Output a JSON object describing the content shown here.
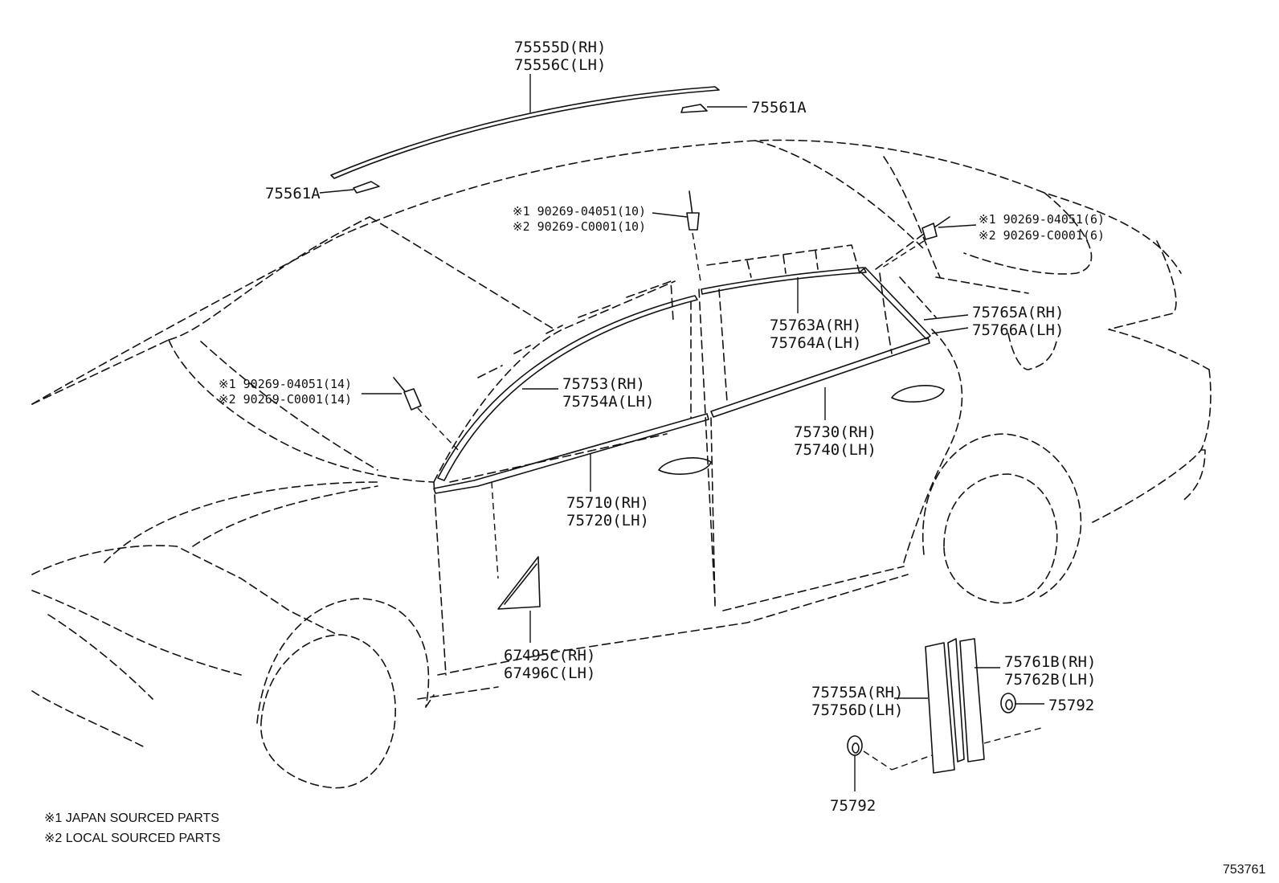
{
  "labels": {
    "roof_molding_rh": "75555D(RH)",
    "roof_molding_lh": "75556C(LH)",
    "roof_clip_right": "75561A",
    "roof_clip_left": "75561A",
    "clip_front_1": "※1 90269-04051(14)",
    "clip_front_2": "※2 90269-C0001(14)",
    "clip_mid_1": "※1 90269-04051(10)",
    "clip_mid_2": "※2 90269-C0001(10)",
    "clip_rear_1": "※1 90269-04051(6)",
    "clip_rear_2": "※2 90269-C0001(6)",
    "front_frame_rh": "75753(RH)",
    "front_frame_lh": "75754A(LH)",
    "rear_frame_rh": "75763A(RH)",
    "rear_frame_lh": "75764A(LH)",
    "rear_quarter_rh": "75765A(RH)",
    "rear_quarter_lh": "75766A(LH)",
    "front_belt_rh": "75710(RH)",
    "front_belt_lh": "75720(LH)",
    "rear_belt_rh": "75730(RH)",
    "rear_belt_lh": "75740(LH)",
    "mirror_cover_rh": "67495C(RH)",
    "mirror_cover_lh": "67496C(LH)",
    "pillar_garnish_rh": "75761B(RH)",
    "pillar_garnish_lh": "75762B(LH)",
    "pillar_molding_rh": "75755A(RH)",
    "pillar_molding_lh": "75756D(LH)",
    "pillar_clip_right": "75792",
    "pillar_clip_bottom": "75792"
  },
  "notes": {
    "japan": "※1 JAPAN SOURCED PARTS",
    "local": "※2 LOCAL SOURCED PARTS"
  },
  "figure_id": "753761"
}
